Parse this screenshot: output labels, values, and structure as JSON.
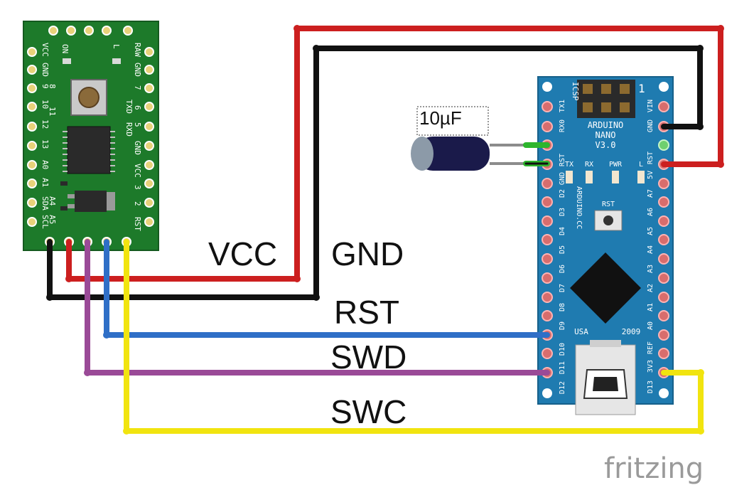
{
  "diagram": {
    "net_labels": {
      "vcc": "VCC",
      "gnd": "GND",
      "rst": "RST",
      "swd": "SWD",
      "swc": "SWC"
    },
    "capacitor_label": "10µF",
    "brand": "fritzing",
    "wire_colors": {
      "vcc": "#cc1f1f",
      "gnd": "#111111",
      "rst": "#2f6fc7",
      "swd": "#9a4a97",
      "swc": "#f1e40f",
      "cap": "#2db52d"
    }
  },
  "arduino_nano": {
    "board_color": "#1f7bb0",
    "left_pins": [
      "TX1",
      "RX0",
      "RST",
      "GND",
      "D2",
      "D3",
      "D4",
      "D5",
      "D6",
      "D7",
      "D8",
      "D9",
      "D10",
      "D11",
      "D12"
    ],
    "right_pins": [
      "VIN",
      "GND",
      "RST",
      "5V",
      "A7",
      "A6",
      "A5",
      "A4",
      "A3",
      "A2",
      "A1",
      "A0",
      "REF",
      "3V3",
      "D13"
    ],
    "title_lines": [
      "ARDUINO",
      "NANO",
      "V3.0"
    ],
    "icsp": "ICSP",
    "icsp_pin1": "1",
    "leds": [
      "TX",
      "RX",
      "PWR",
      "L"
    ],
    "reset_label": "RST",
    "site": "ARDUINO.CC",
    "usa": "USA",
    "year": "2009"
  },
  "stm_board": {
    "board_color": "#1d7a2a",
    "left_labels": [
      "VCC",
      "GND",
      "9",
      "10",
      "11",
      "12",
      "13",
      "A0",
      "A1",
      "A4",
      "SCL"
    ],
    "left_labels_2": [
      "",
      "",
      "8",
      "",
      "",
      "",
      "",
      "",
      "",
      "SDA",
      "A5"
    ],
    "right_labels": [
      "RAW",
      "GND",
      "7",
      "6",
      "5",
      "TXD",
      "RXD",
      "GND",
      "VCC",
      "3",
      "2",
      "RST"
    ],
    "top_labels": [
      "ON",
      "L"
    ]
  }
}
